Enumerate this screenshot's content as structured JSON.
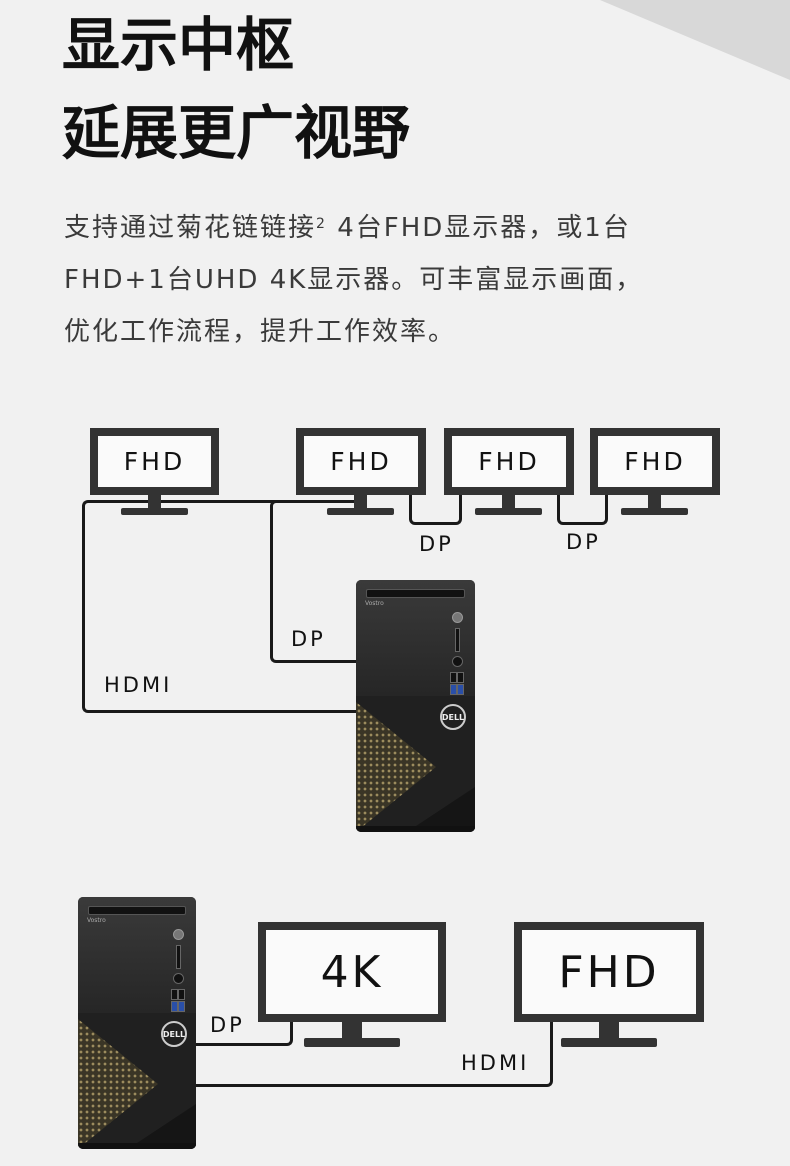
{
  "header": {
    "title_line1": "显示中枢",
    "title_line2": "延展更广视野"
  },
  "description": {
    "line1_a": "支持通过菊花链链接",
    "line1_sup": "2",
    "line1_b": " 4台FHD显示器，或1台",
    "line2": "FHD+1台UHD 4K显示器。可丰富显示画面，",
    "line3": "优化工作流程，提升工作效率。"
  },
  "diagram1": {
    "monitors": [
      "FHD",
      "FHD",
      "FHD",
      "FHD"
    ],
    "cables": {
      "hdmi": "HDMI",
      "dp_pc": "DP",
      "dp_chain1": "DP",
      "dp_chain2": "DP"
    },
    "tower": {
      "brand": "Vostro",
      "logo": "DELL"
    }
  },
  "diagram2": {
    "monitors": [
      "4K",
      "FHD"
    ],
    "cables": {
      "dp": "DP",
      "hdmi": "HDMI"
    },
    "tower": {
      "brand": "Vostro",
      "logo": "DELL"
    }
  }
}
